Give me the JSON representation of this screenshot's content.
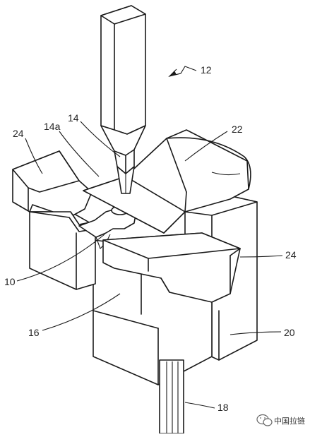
{
  "labels": {
    "l12": "12",
    "l14": "14",
    "l14a": "14a",
    "l22": "22",
    "l24_left": "24",
    "l24_right": "24",
    "l10": "10",
    "l16": "16",
    "l20": "20",
    "l18": "18"
  },
  "watermark": {
    "text": "中国拉链",
    "icon": "wechat-bubble-icon"
  }
}
